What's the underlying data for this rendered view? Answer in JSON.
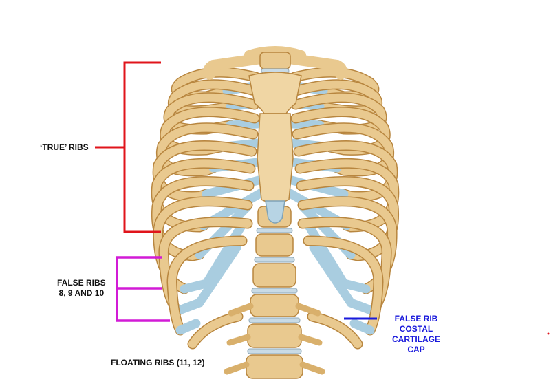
{
  "labels": {
    "true_ribs": "‘TRUE’ RIBS",
    "false_ribs": "FALSE RIBS\n8, 9 AND 10",
    "floating_ribs": "FLOATING RIBS (11, 12)",
    "false_rib_cap": "FALSE RIB\nCOSTAL\nCARTILAGE\nCAP"
  },
  "colors": {
    "true_ribs_bracket": "#e0141b",
    "false_ribs_bracket": "#d21bd6",
    "cartilage_pointer": "#1a1adc",
    "cartilage_label": "#1a1adc",
    "bone": "#e9c98f",
    "bone_outline": "#b8863f",
    "cartilage": "#a9cde0",
    "label_text": "#111111"
  }
}
